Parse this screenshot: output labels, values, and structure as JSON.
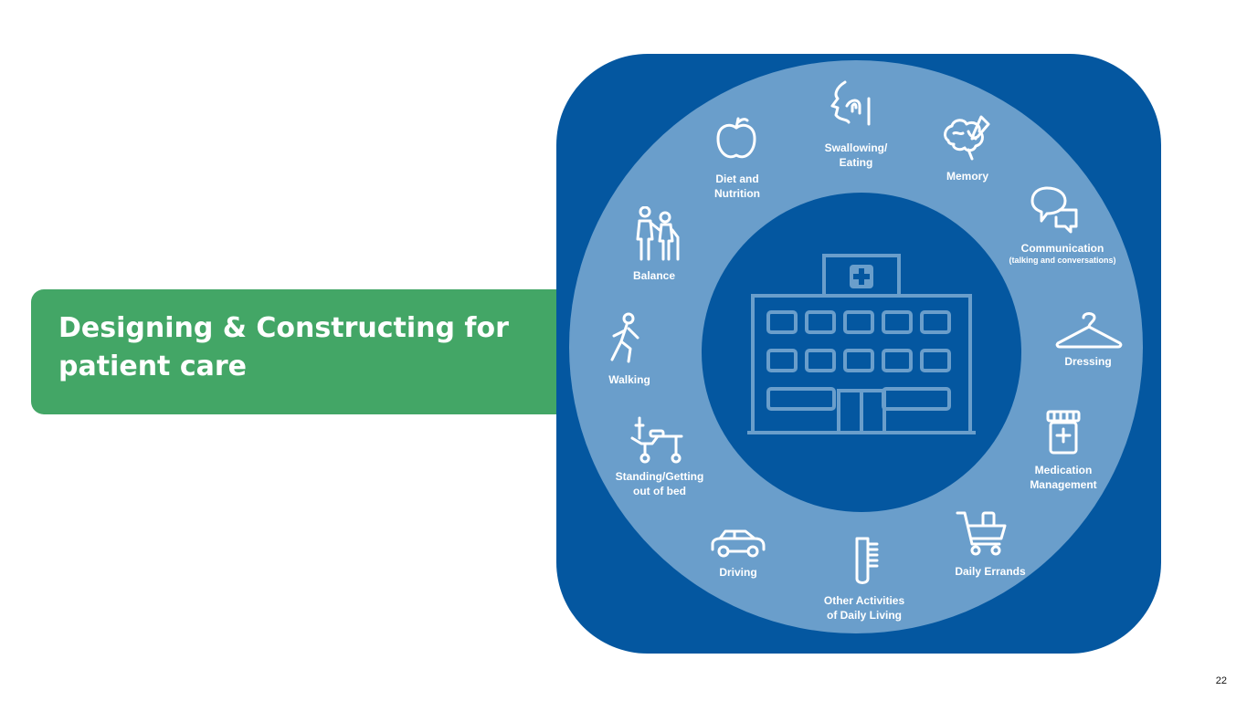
{
  "slide": {
    "title": "Designing & Constructing for\npatient care",
    "page_number": "22"
  },
  "diagram": {
    "center_icon": "hospital-icon",
    "items": [
      {
        "label": "Swallowing/\nEating",
        "icon": "swallowing-icon"
      },
      {
        "label": "Memory",
        "icon": "brain-icon"
      },
      {
        "label": "Communication",
        "sublabel": "(talking and conversations)",
        "icon": "speech-bubbles-icon"
      },
      {
        "label": "Dressing",
        "icon": "hanger-icon"
      },
      {
        "label": "Medication\nManagement",
        "icon": "pill-bottle-icon"
      },
      {
        "label": "Daily Errands",
        "icon": "shopping-cart-icon"
      },
      {
        "label": "Other Activities\nof Daily Living",
        "icon": "comb-icon"
      },
      {
        "label": "Driving",
        "icon": "car-icon"
      },
      {
        "label": "Standing/Getting\nout of bed",
        "icon": "bed-icon"
      },
      {
        "label": "Walking",
        "icon": "walking-person-icon"
      },
      {
        "label": "Balance",
        "icon": "assisted-walking-icon"
      },
      {
        "label": "Diet and\nNutrition",
        "icon": "apple-icon"
      }
    ],
    "colors": {
      "panel": "#0457a0",
      "ring": "#6a9ecb",
      "title_box": "#43a666"
    }
  }
}
